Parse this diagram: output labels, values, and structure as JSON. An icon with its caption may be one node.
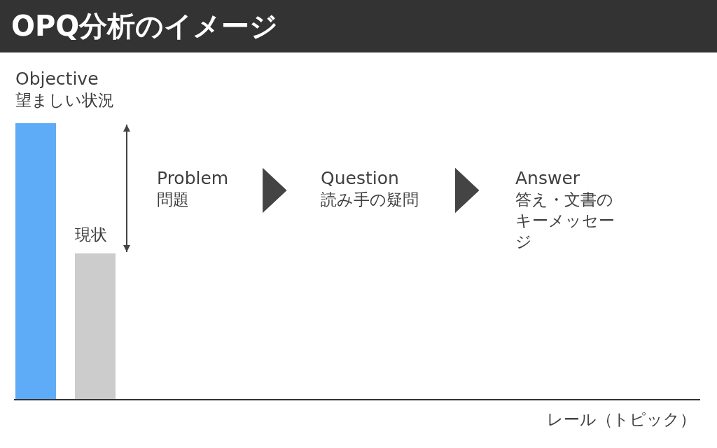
{
  "diagram": {
    "title": "OPQ分析のイメージ",
    "nodes": [
      {
        "text": [
          "Objective",
          "望ましい状況"
        ]
      },
      {
        "text": [
          "現状"
        ]
      },
      {
        "text": [
          "Problem",
          "問題"
        ]
      },
      {
        "text": [
          "Question",
          "読み手の疑問"
        ]
      },
      {
        "text": [
          "Answer",
          "答え・文書のキーメッセージ"
        ]
      }
    ],
    "edges": [
      {
        "from": 2,
        "to": 3,
        "arrow": "to"
      },
      {
        "from": 3,
        "to": 4,
        "arrow": "to"
      }
    ],
    "labels": [
      "レール（トピック）"
    ]
  }
}
